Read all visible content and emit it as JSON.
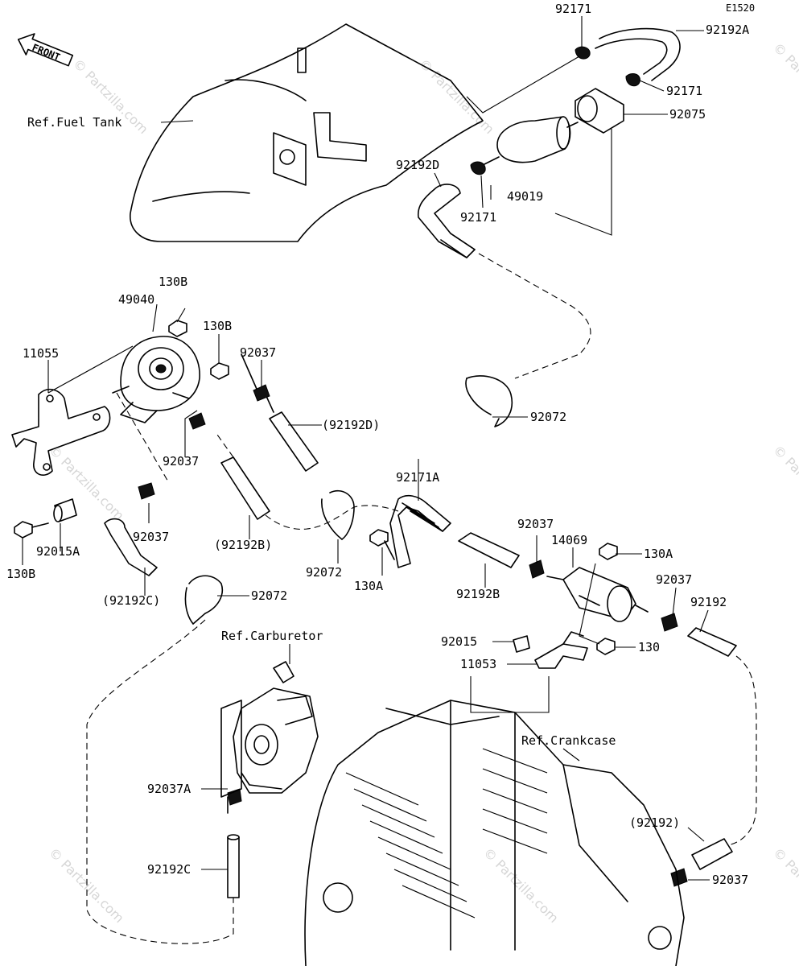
{
  "diagram_code": "E1520",
  "front_label": "FRONT",
  "refs": {
    "fuel_tank": "Ref.Fuel Tank",
    "carburetor": "Ref.Carburetor",
    "crankcase": "Ref.Crankcase"
  },
  "labels": {
    "p92171_top": "92171",
    "p92192A": "92192A",
    "p92171_right": "92171",
    "p92075": "92075",
    "p92192D": "92192D",
    "p49019": "49019",
    "p92171_mid": "92171",
    "p130B_top": "130B",
    "p49040": "49040",
    "p130B_mid": "130B",
    "p11055": "11055",
    "p92037_a": "92037",
    "p92192D_paren": "(92192D)",
    "p92072_right": "92072",
    "p92037_b": "92037",
    "p92171A": "92171A",
    "p92037_c": "92037",
    "p92015A": "92015A",
    "p130B_bottom": "130B",
    "p92192B_paren": "(92192B)",
    "p92072_mid": "92072",
    "p130A_left": "130A",
    "p92192B": "92192B",
    "p92037_d": "92037",
    "p14069": "14069",
    "p130A_right": "130A",
    "p92037_e": "92037",
    "p92192": "92192",
    "p92192C_paren": "(92192C)",
    "p92072_left": "92072",
    "p92015": "92015",
    "p130": "130",
    "p11053": "11053",
    "p92037A": "92037A",
    "p92192C": "92192C",
    "p92192_paren": "(92192)",
    "p92037_f": "92037"
  },
  "watermark": "© Partzilla.com",
  "icons": [
    "front-arrow-icon"
  ]
}
